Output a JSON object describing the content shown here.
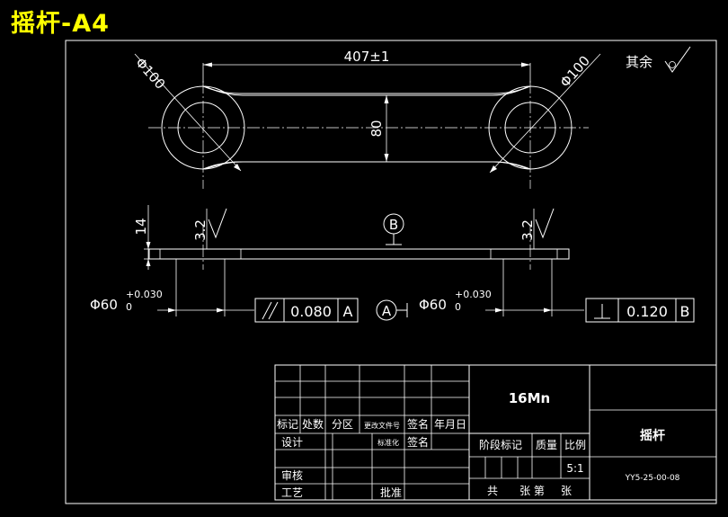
{
  "title": "摇杆-A4",
  "colors": {
    "background": "#000000",
    "lines": "#ffffff",
    "title": "#ffff00"
  },
  "dimensions": {
    "length": "407±1",
    "center_height": "80",
    "left_dia": "Φ100",
    "right_dia": "Φ100",
    "thickness": "14",
    "rough_left": "3.2",
    "rough_right": "3.2",
    "bore_left": "Φ60",
    "bore_left_upper": "+0.030",
    "bore_left_lower": "0",
    "bore_right": "Φ60",
    "bore_right_upper": "+0.030",
    "bore_right_lower": "0"
  },
  "rough_other": "其余",
  "datum_b": "B",
  "datum_a": "A",
  "tolerance_left": {
    "value": "0.080",
    "datum": "A"
  },
  "tolerance_right": {
    "value": "0.120",
    "datum": "B"
  },
  "title_block": {
    "material": "16Mn",
    "part_name": "摇杆",
    "drawing_no": "YY5-25-00-08",
    "scale": "5:1",
    "row_headers": [
      "标记",
      "处数",
      "分区",
      "更改文件号",
      "签名",
      "年月日"
    ],
    "design": "设计",
    "standardize": "标准化",
    "sign": "签名",
    "review": "审核",
    "process": "工艺",
    "approve": "批准",
    "stage_mark": "阶段标记",
    "weight": "质量",
    "ratio": "比例",
    "total": "共",
    "sheet_label": "张 第",
    "sheet_suffix": "张"
  }
}
